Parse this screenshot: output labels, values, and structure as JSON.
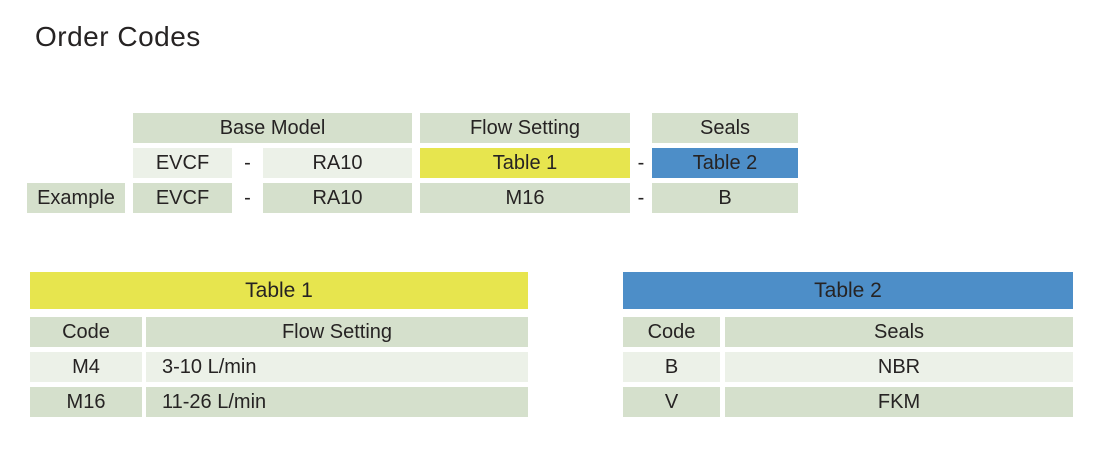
{
  "page": {
    "title": "Order Codes"
  },
  "colors": {
    "header_green": "#d5e0cc",
    "row_light": "#ecf1e8",
    "table1_yellow": "#e7e54e",
    "table2_blue": "#4d8ec8",
    "text_dark": "#262323"
  },
  "order_builder": {
    "column_headers": [
      "Base Model",
      "Flow Setting",
      "Seals"
    ],
    "separator": "-",
    "code_row": {
      "prefix": "EVCF",
      "base_model": "RA10",
      "flow_setting": "Table 1",
      "seals": "Table 2"
    },
    "example_row": {
      "label": "Example",
      "prefix": "EVCF",
      "base_model": "RA10",
      "flow_setting": "M16",
      "seals": "B"
    }
  },
  "table1": {
    "title": "Table 1",
    "columns": [
      "Code",
      "Flow Setting"
    ],
    "rows": [
      {
        "code": "M4",
        "value": "3-10 L/min"
      },
      {
        "code": "M16",
        "value": "11-26 L/min"
      }
    ]
  },
  "table2": {
    "title": "Table 2",
    "columns": [
      "Code",
      "Seals"
    ],
    "rows": [
      {
        "code": "B",
        "value": "NBR"
      },
      {
        "code": "V",
        "value": "FKM"
      }
    ]
  }
}
